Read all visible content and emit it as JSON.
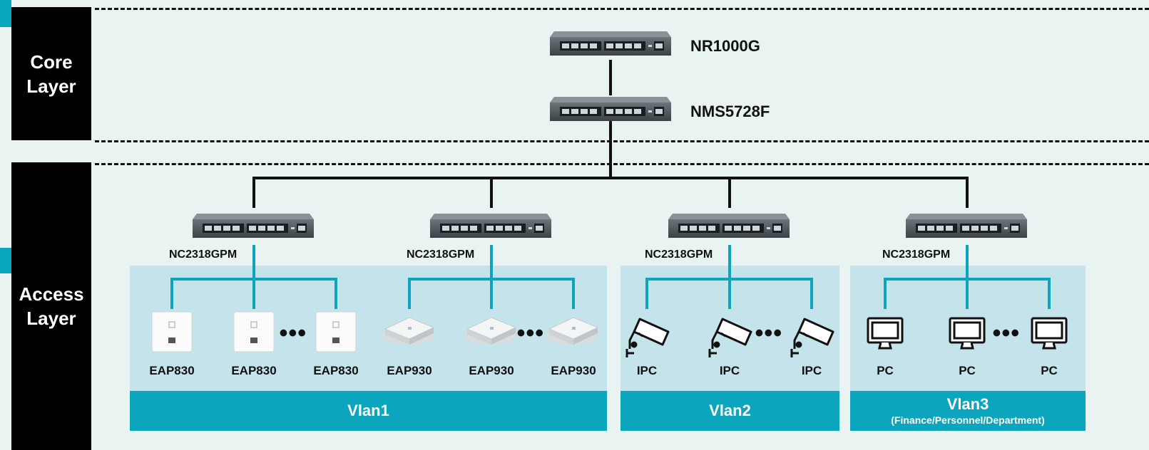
{
  "layers": {
    "core": {
      "line1": "Core",
      "line2": "Layer"
    },
    "access": {
      "line1": "Access",
      "line2": "Layer"
    }
  },
  "core_devices": {
    "router": "NR1000G",
    "core_switch": "NMS5728F"
  },
  "access_switches": [
    "NC2318GPM",
    "NC2318GPM",
    "NC2318GPM",
    "NC2318GPM"
  ],
  "groups": [
    {
      "devices": [
        "EAP830",
        "EAP830",
        "EAP830"
      ],
      "icon": "wall-plate-ap-icon"
    },
    {
      "devices": [
        "EAP930",
        "EAP930",
        "EAP930"
      ],
      "icon": "ceiling-ap-icon"
    },
    {
      "devices": [
        "IPC",
        "IPC",
        "IPC"
      ],
      "icon": "security-camera-icon"
    },
    {
      "devices": [
        "PC",
        "PC",
        "PC"
      ],
      "icon": "monitor-icon"
    }
  ],
  "ellipsis": "•••",
  "vlans": [
    {
      "name": "Vlan1",
      "sub": ""
    },
    {
      "name": "Vlan2",
      "sub": ""
    },
    {
      "name": "Vlan3",
      "sub": "(Finance/Personnel/Department)"
    }
  ],
  "colors": {
    "accent": "#0aa6bd",
    "zone": "#c4e3ea",
    "background": "#e9f3f2",
    "link_core": "#111111",
    "link_access": "#0ba5bd"
  }
}
